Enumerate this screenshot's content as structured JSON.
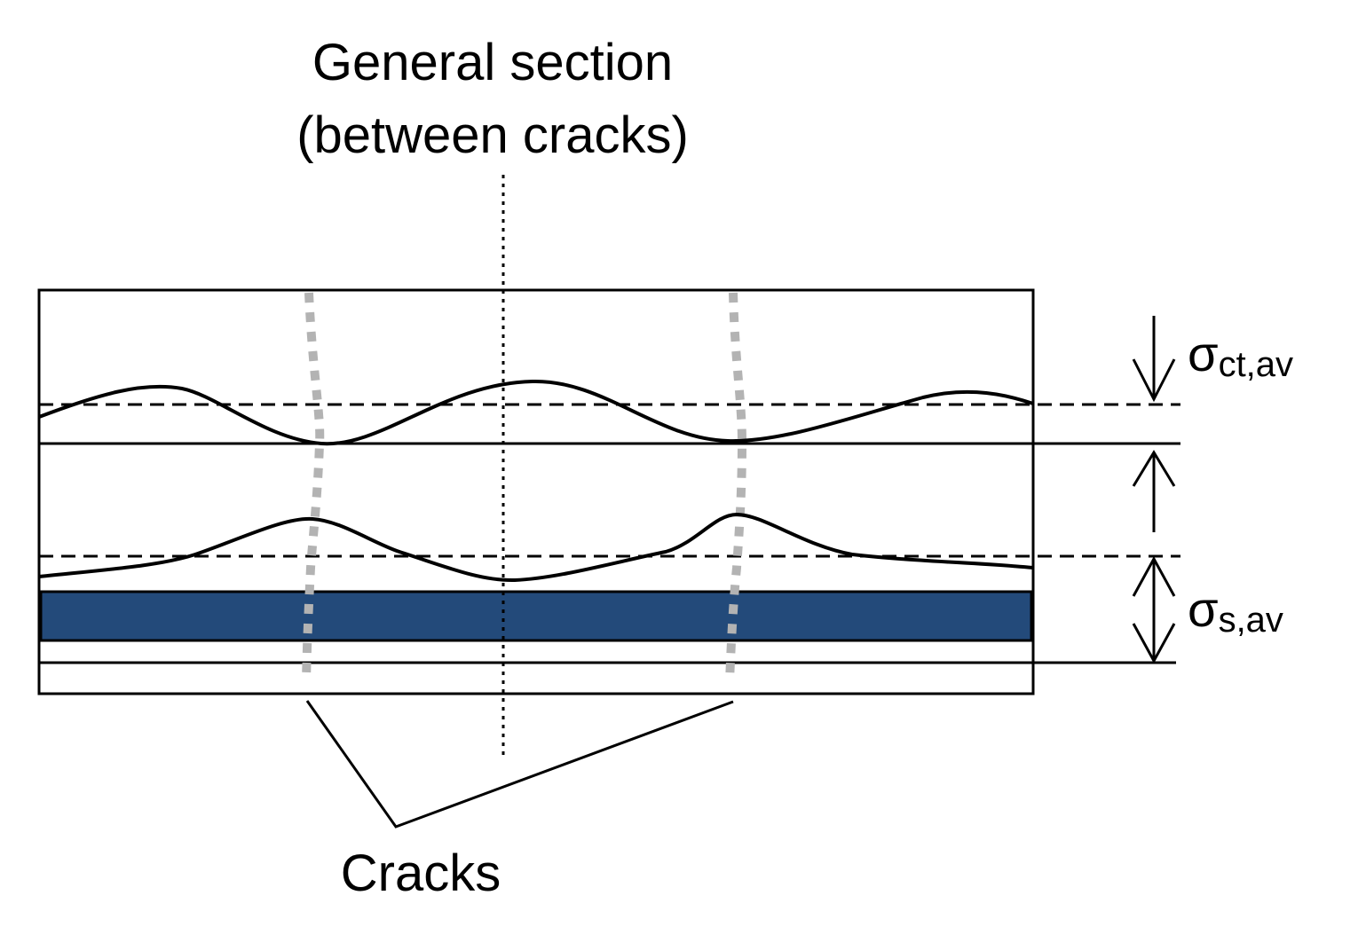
{
  "title": {
    "line1": "General section",
    "line2": "(between cracks)"
  },
  "labels": {
    "cracks": "Cracks",
    "sigma_ct": {
      "symbol": "σ",
      "subscript": "ct,av"
    },
    "sigma_s": {
      "symbol": "σ",
      "subscript": "s,av"
    }
  },
  "colors": {
    "stroke": "#000000",
    "crack": "#b3b3b3",
    "rebar": "#234a7a",
    "background": "#ffffff"
  }
}
